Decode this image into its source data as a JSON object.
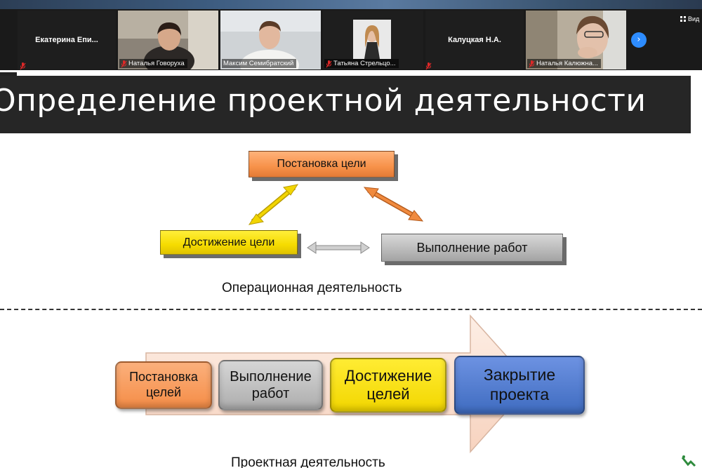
{
  "participants": [
    {
      "name": "Екатерина   Епи...",
      "has_video": false,
      "muted": true
    },
    {
      "name": "Наталья Говоруха",
      "has_video": true,
      "muted": true
    },
    {
      "name": "Максим Семибратский",
      "has_video": true,
      "muted": false,
      "active_speaker": true
    },
    {
      "name": "Татьяна Стрельцо...",
      "has_video": true,
      "muted": true
    },
    {
      "name": "Калуцкая Н.А.",
      "has_video": false,
      "muted": true
    },
    {
      "name": "Наталья Калюжна...",
      "has_video": true,
      "muted": true
    }
  ],
  "view_button": {
    "label": "Вид",
    "icon": "grid-icon"
  },
  "next_page_icon": "chevron-right-icon",
  "slide": {
    "title": "Определение проектной деятельности",
    "cycle": {
      "top": "Постановка цели",
      "left": "Достижение цели",
      "right": "Выполнение работ"
    },
    "operational_caption": "Операционная деятельность",
    "pipeline": [
      {
        "label": "Постановка целей",
        "color": "#f7924a"
      },
      {
        "label": "Выполнение работ",
        "color": "#b9b9b9"
      },
      {
        "label": "Достижение целей",
        "color": "#f6dc00"
      },
      {
        "label": "Закрытие проекта",
        "color": "#4472c4"
      }
    ],
    "project_caption": "Проектная деятельность"
  },
  "colors": {
    "strip_bg": "#1a1a1a",
    "accent_blue": "#2d8cff",
    "active_outline": "#7cc242",
    "title_bar": "#262626",
    "arrow_fill": "#fbe3d6"
  }
}
